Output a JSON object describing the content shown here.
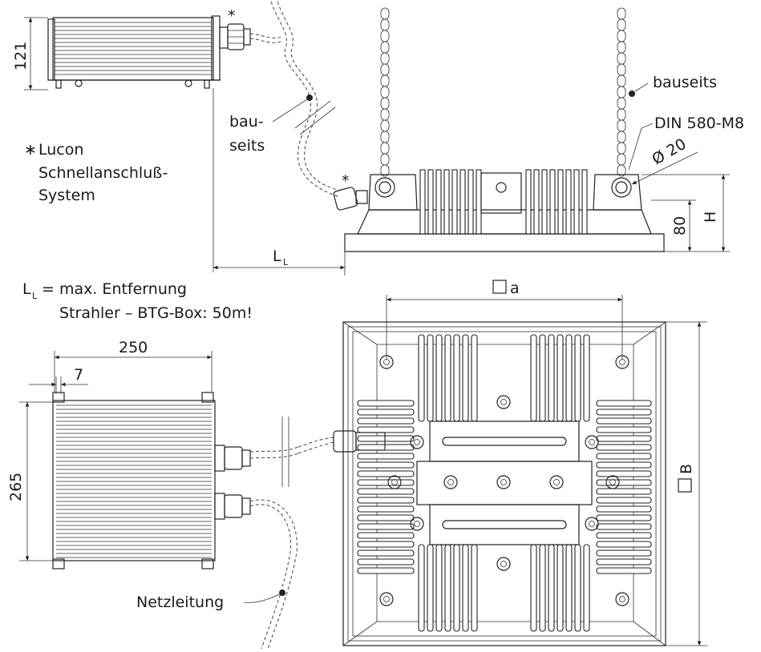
{
  "labels": {
    "dim_121": "121",
    "star_top": "*",
    "star_fixture": "*",
    "legend_star": "∗",
    "legend_line1": "Lucon",
    "legend_line2": "Schnellanschluß-",
    "legend_line3": "System",
    "bau": "bau-",
    "seits": "seits",
    "bauseits_right": "bauseits",
    "din": "DIN 580-M8",
    "diameter": "Ø 20",
    "dim_80": "80",
    "dim_H": "H",
    "LL_main": "L",
    "LL_sub": "L",
    "note_L": "L",
    "note_sub": "L",
    "note_line1": "= max. Entfernung",
    "note_line2": "Strahler – BTG-Box: 50m!",
    "dim_a": "a",
    "dim_250": "250",
    "dim_7": "7",
    "dim_265": "265",
    "dim_B": "B",
    "netzleitung": "Netzleitung"
  }
}
